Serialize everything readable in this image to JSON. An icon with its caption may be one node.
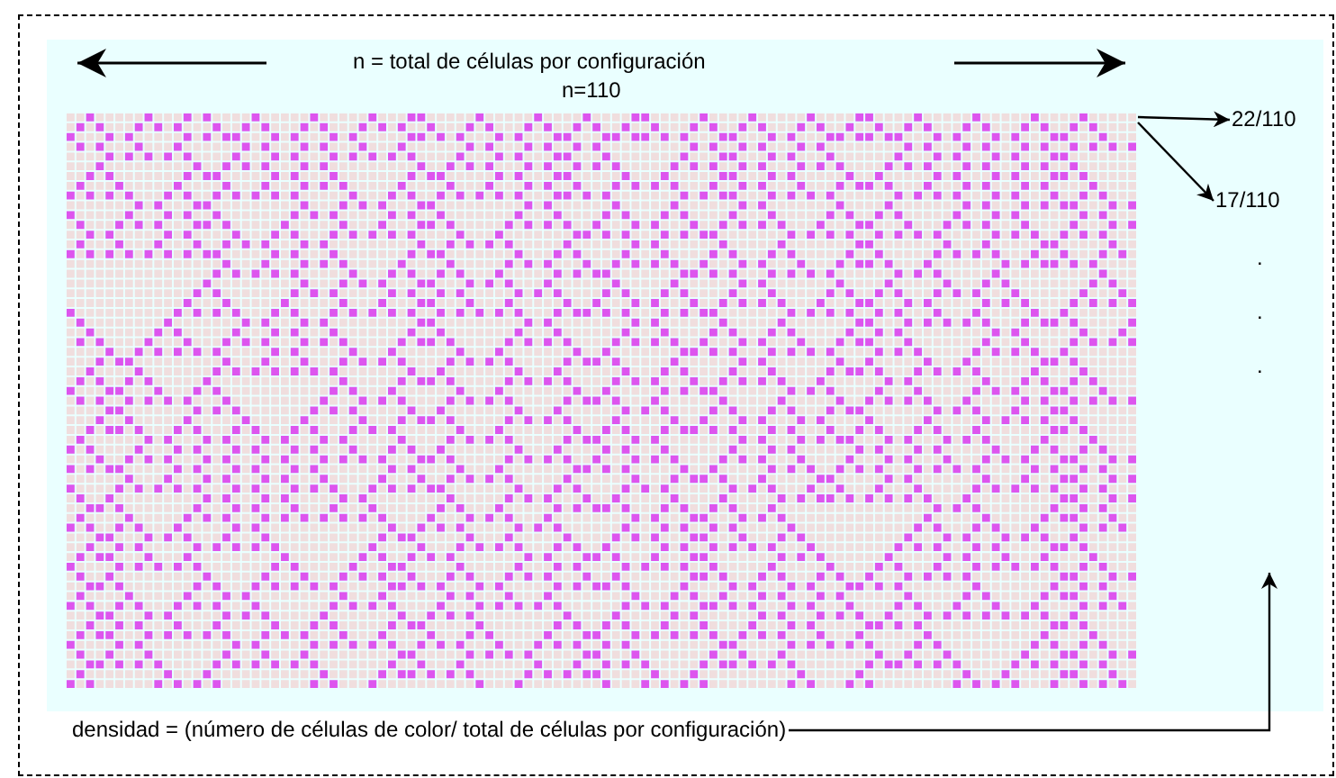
{
  "diagram": {
    "nodes": [
      {
        "text": [],
        "shape": "picture"
      },
      {
        "text": [
          "22/110"
        ]
      },
      {
        "text": [
          "17/110"
        ]
      },
      {
        "text": [
          "densidad = (número de células de color/ total de células por configuración)"
        ]
      }
    ],
    "edges": [
      {
        "from": 0,
        "to": 1,
        "arrow": "to"
      },
      {
        "from": 0,
        "to": 2,
        "arrow": "to"
      },
      {
        "from": 3,
        "to": null,
        "arrow": "to"
      }
    ],
    "labels": [
      "n = total de células por configuración",
      "n=110",
      ".",
      ".",
      "."
    ]
  }
}
